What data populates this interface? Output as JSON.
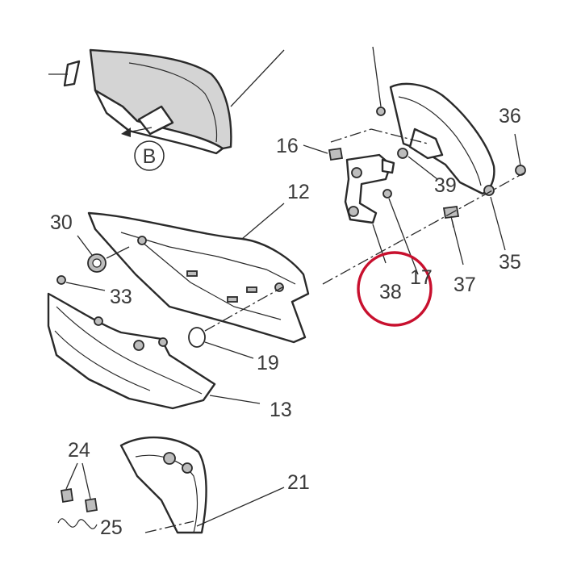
{
  "diagram": {
    "callouts": [
      {
        "id": "c16",
        "text": "16"
      },
      {
        "id": "c12",
        "text": "12"
      },
      {
        "id": "c36",
        "text": "36"
      },
      {
        "id": "c39",
        "text": "39"
      },
      {
        "id": "c30",
        "text": "30"
      },
      {
        "id": "c33",
        "text": "33"
      },
      {
        "id": "c17",
        "text": "17"
      },
      {
        "id": "c35",
        "text": "35"
      },
      {
        "id": "c37",
        "text": "37"
      },
      {
        "id": "c38",
        "text": "38"
      },
      {
        "id": "c19",
        "text": "19"
      },
      {
        "id": "c13",
        "text": "13"
      },
      {
        "id": "c24",
        "text": "24"
      },
      {
        "id": "c21",
        "text": "21"
      },
      {
        "id": "c25",
        "text": "25"
      }
    ],
    "view_marker": "B",
    "highlighted_part": "38",
    "highlight_color": "#c8102e"
  }
}
